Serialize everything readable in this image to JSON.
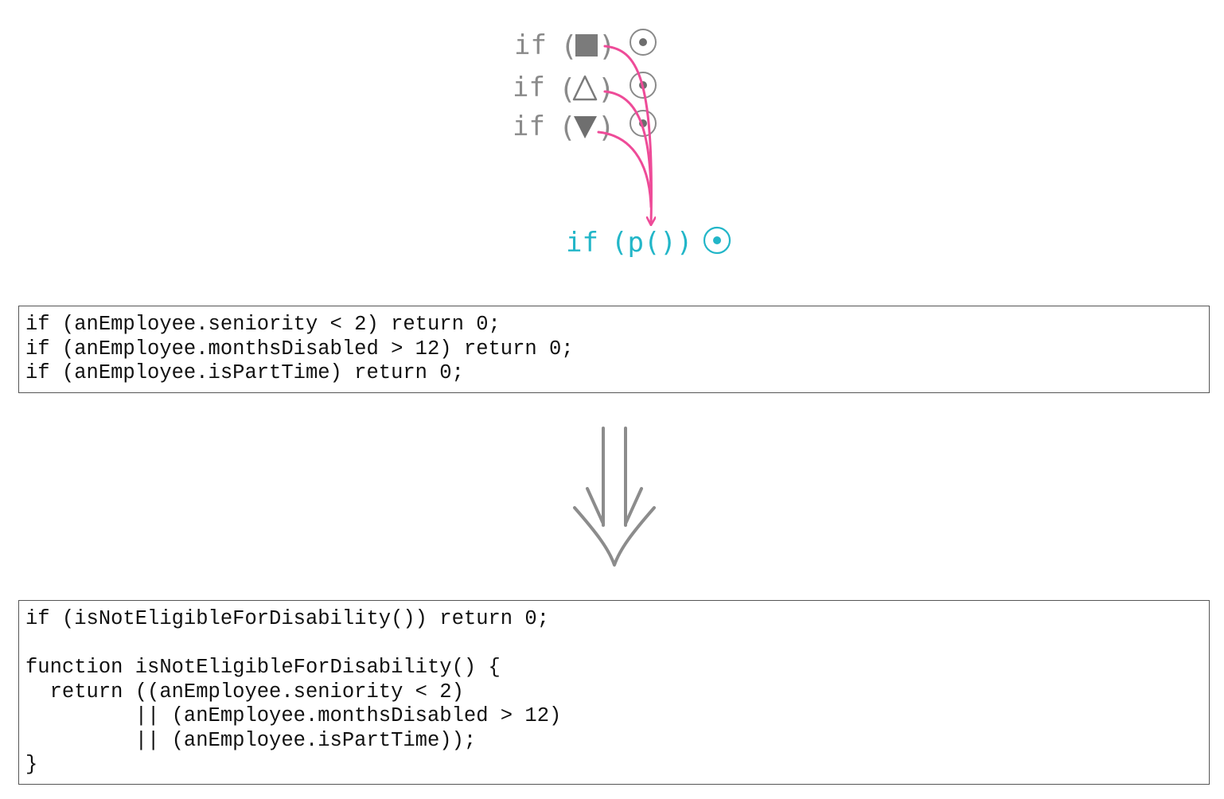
{
  "diagram": {
    "conditions": [
      {
        "keyword": "if",
        "open": "(",
        "shape": "filled-square-icon",
        "close": ")"
      },
      {
        "keyword": "if",
        "open": "(",
        "shape": "outline-triangle-icon",
        "close": ")"
      },
      {
        "keyword": "if",
        "open": "(",
        "shape": "filled-down-triangle-icon",
        "close": ")"
      }
    ],
    "consolidated": {
      "keyword": "if",
      "expression": "(p())"
    },
    "colors": {
      "gray": "#8a8a8a",
      "pink": "#ee4b98",
      "teal": "#22b6c8",
      "arrow_gray": "#8c8c8c"
    },
    "icons": [
      "target-circle-icon",
      "merge-arrow-icon",
      "double-down-arrow-icon"
    ]
  },
  "before_code": [
    "if (anEmployee.seniority < 2) return 0;",
    "if (anEmployee.monthsDisabled > 12) return 0;",
    "if (anEmployee.isPartTime) return 0;"
  ],
  "after_code": [
    "if (isNotEligibleForDisability()) return 0;",
    "",
    "function isNotEligibleForDisability() {",
    "  return ((anEmployee.seniority < 2)",
    "         || (anEmployee.monthsDisabled > 12)",
    "         || (anEmployee.isPartTime));",
    "}"
  ]
}
